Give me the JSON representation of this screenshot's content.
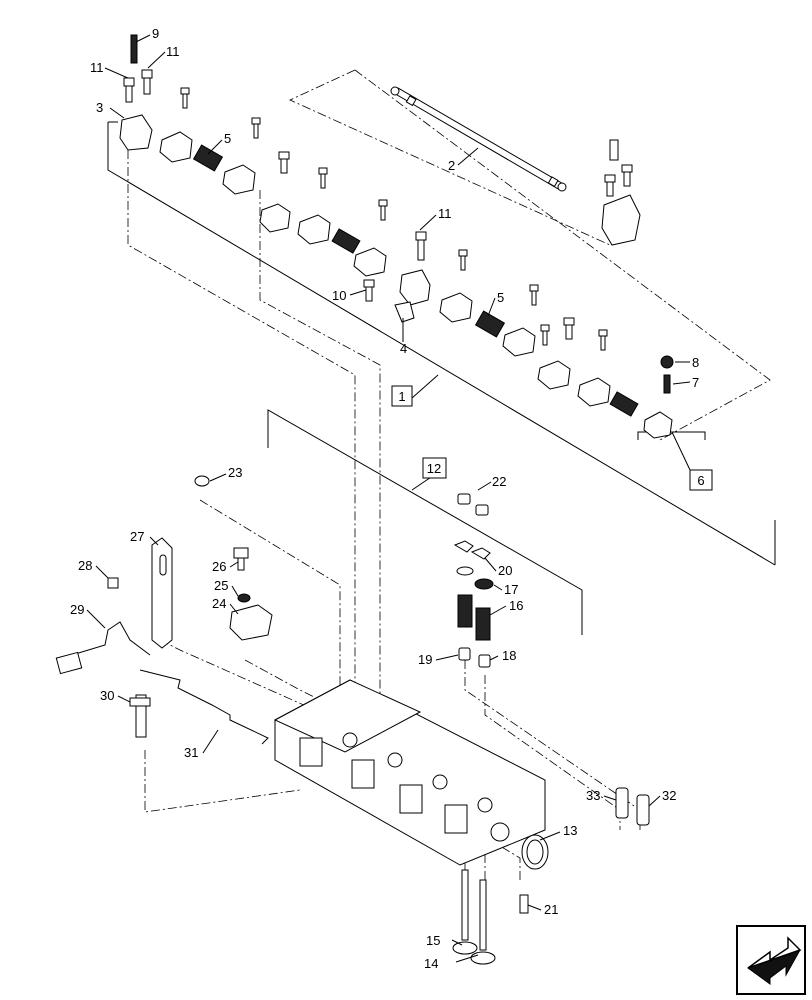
{
  "labels": {
    "c1": "1",
    "c2": "2",
    "c3": "3",
    "c4": "4",
    "c5a": "5",
    "c5b": "5",
    "c6": "6",
    "c7": "7",
    "c8": "8",
    "c9": "9",
    "c10": "10",
    "c11a": "11",
    "c11b": "11",
    "c11c": "11",
    "c12": "12",
    "c13": "13",
    "c14": "14",
    "c15": "15",
    "c16": "16",
    "c17": "17",
    "c18": "18",
    "c19": "19",
    "c20": "20",
    "c21": "21",
    "c22": "22",
    "c23": "23",
    "c24": "24",
    "c25": "25",
    "c26": "26",
    "c27": "27",
    "c28": "28",
    "c29": "29",
    "c30": "30",
    "c31": "31",
    "c32": "32",
    "c33": "33"
  },
  "icons": {
    "nav": "arrow-navigation-icon"
  }
}
